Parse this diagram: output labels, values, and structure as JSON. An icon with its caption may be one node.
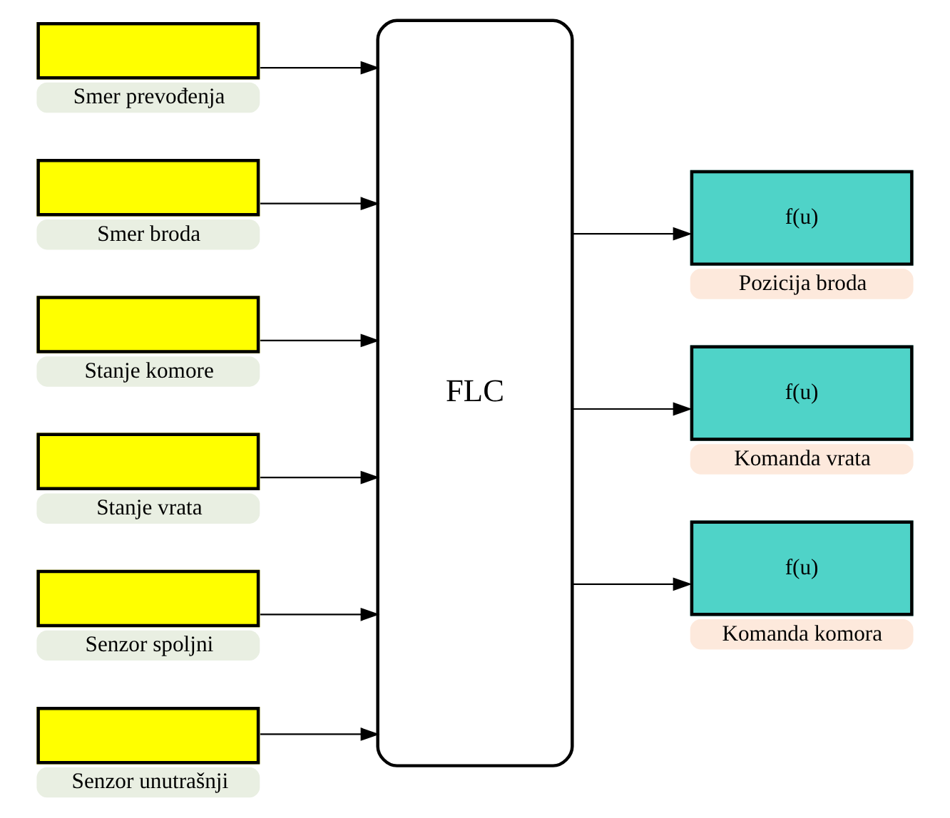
{
  "diagram": {
    "nodes": [
      {
        "text": [],
        "shape": "box",
        "beside": [
          "Smer prevođenja"
        ]
      },
      {
        "text": [],
        "shape": "box",
        "beside": [
          "Smer broda"
        ]
      },
      {
        "text": [],
        "shape": "box",
        "beside": [
          "Stanje komore"
        ]
      },
      {
        "text": [],
        "shape": "box",
        "beside": [
          "Stanje vrata"
        ]
      },
      {
        "text": [],
        "shape": "box",
        "beside": [
          "Senzor spoljni"
        ]
      },
      {
        "text": [],
        "shape": "box",
        "beside": [
          "Senzor unutrašnji"
        ]
      },
      {
        "text": [
          "FLC"
        ]
      },
      {
        "text": [
          "f(u)"
        ],
        "beside": [
          "Pozicija broda"
        ]
      },
      {
        "text": [
          "f(u)"
        ],
        "beside": [
          "Komanda vrata"
        ]
      },
      {
        "text": [
          "f(u)"
        ],
        "beside": [
          "Komanda komora"
        ]
      }
    ],
    "edges": [
      {
        "from": 0,
        "to": 6,
        "arrow": "to"
      },
      {
        "from": 1,
        "to": 6,
        "arrow": "to"
      },
      {
        "from": 2,
        "to": 6,
        "arrow": "to"
      },
      {
        "from": 3,
        "to": 6,
        "arrow": "to"
      },
      {
        "from": 4,
        "to": 6,
        "arrow": "to"
      },
      {
        "from": 5,
        "to": 6,
        "arrow": "to"
      },
      {
        "from": 6,
        "to": 7,
        "arrow": "to"
      },
      {
        "from": 6,
        "to": 8,
        "arrow": "to"
      },
      {
        "from": 6,
        "to": 9,
        "arrow": "to"
      }
    ]
  }
}
